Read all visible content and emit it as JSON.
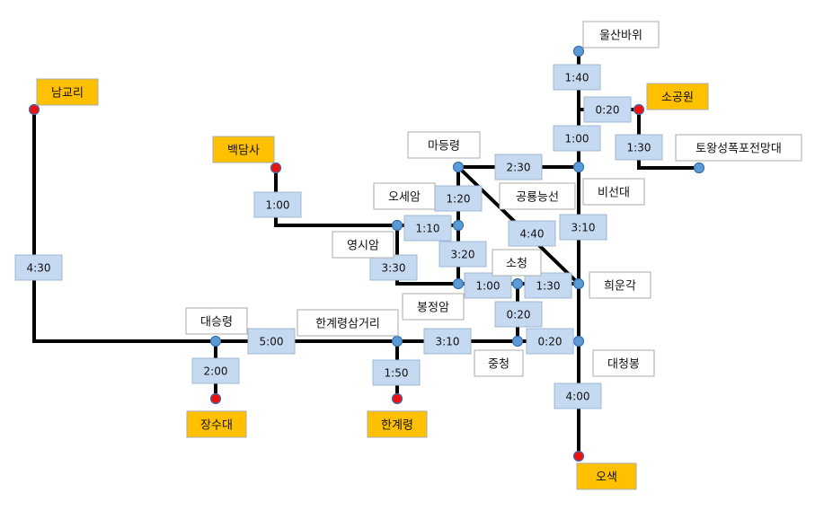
{
  "colors": {
    "trail": "#000000",
    "junction_dot": "#5b9bd5",
    "trailhead_dot": "#ee1111",
    "trailhead_label_bg": "#ffc000",
    "place_label_bg": "#ffffff",
    "time_label_bg": "#c5d9f1"
  },
  "places": [
    {
      "id": "ulsanbawi",
      "name": "울산바위",
      "type": "peak"
    },
    {
      "id": "sogongwon",
      "name": "소공원",
      "type": "trailhead"
    },
    {
      "id": "namgyori",
      "name": "남교리",
      "type": "trailhead"
    },
    {
      "id": "baekdamsa",
      "name": "백담사",
      "type": "trailhead"
    },
    {
      "id": "madeungryeong",
      "name": "마등령",
      "type": "junction"
    },
    {
      "id": "toward",
      "name": "토왕성폭포전망대",
      "type": "junction"
    },
    {
      "id": "osaeam",
      "name": "오세암",
      "type": "junction"
    },
    {
      "id": "gongryong",
      "name": "공룡능선",
      "type": "ridge"
    },
    {
      "id": "biseondae",
      "name": "비선대",
      "type": "junction"
    },
    {
      "id": "yeongsiam",
      "name": "영시암",
      "type": "junction"
    },
    {
      "id": "socheong",
      "name": "소청",
      "type": "junction"
    },
    {
      "id": "huiungak",
      "name": "희운각",
      "type": "junction"
    },
    {
      "id": "bongjeongam",
      "name": "봉정암",
      "type": "junction"
    },
    {
      "id": "daeseungryeong",
      "name": "대승령",
      "type": "junction"
    },
    {
      "id": "hangyesamgeori",
      "name": "한계령삼거리",
      "type": "junction"
    },
    {
      "id": "daecheongbong",
      "name": "대청봉",
      "type": "peak"
    },
    {
      "id": "jungcheong",
      "name": "중청",
      "type": "junction"
    },
    {
      "id": "jangsudae",
      "name": "장수대",
      "type": "trailhead"
    },
    {
      "id": "hangyeryeong",
      "name": "한계령",
      "type": "trailhead"
    },
    {
      "id": "osaek",
      "name": "오색",
      "type": "trailhead"
    }
  ],
  "times": [
    {
      "id": "ulsan_biseon_top",
      "value": "1:40"
    },
    {
      "id": "sogongwon_branch",
      "value": "0:20"
    },
    {
      "id": "biseon_upper",
      "value": "1:00"
    },
    {
      "id": "toward_link",
      "value": "1:30"
    },
    {
      "id": "baekdam_down",
      "value": "1:00"
    },
    {
      "id": "madeung_biseon",
      "value": "2:30"
    },
    {
      "id": "madeung_osae",
      "value": "1:20"
    },
    {
      "id": "yeongsi_osae",
      "value": "1:10"
    },
    {
      "id": "gongryong_ridge",
      "value": "4:40"
    },
    {
      "id": "biseon_huiun",
      "value": "3:10"
    },
    {
      "id": "osae_bongjeong",
      "value": "3:20"
    },
    {
      "id": "yeongsi_bongjeong",
      "value": "3:30"
    },
    {
      "id": "namgyo_daeseung",
      "value": "4:30"
    },
    {
      "id": "bongjeong_socheong",
      "value": "1:00"
    },
    {
      "id": "socheong_huiun",
      "value": "1:30"
    },
    {
      "id": "socheong_jungcheong",
      "value": "0:20"
    },
    {
      "id": "daeseung_hangye3",
      "value": "5:00"
    },
    {
      "id": "hangye3_jungcheong",
      "value": "3:10"
    },
    {
      "id": "jungcheong_daecheong",
      "value": "0:20"
    },
    {
      "id": "daeseung_jangsu",
      "value": "2:00"
    },
    {
      "id": "hangye3_hangyeryeong",
      "value": "1:50"
    },
    {
      "id": "daecheong_osaek",
      "value": "4:00"
    }
  ]
}
